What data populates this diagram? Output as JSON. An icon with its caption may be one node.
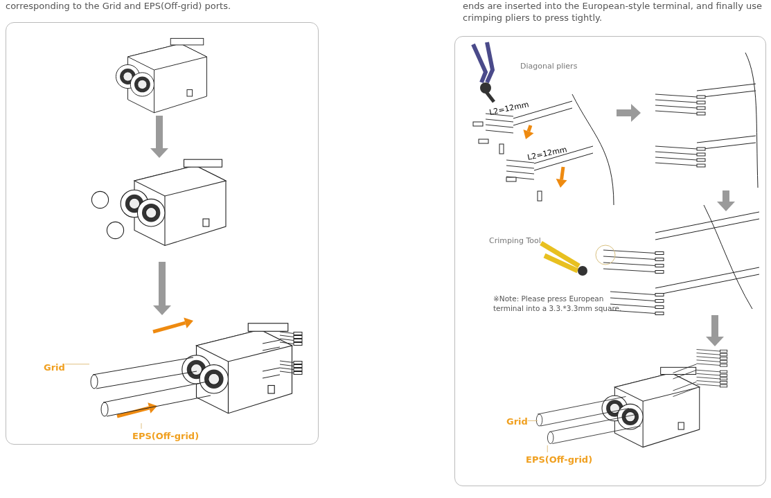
{
  "diagram": {
    "nodes": [
      {
        "text": [],
        "shape": "box"
      },
      {
        "text": [],
        "shape": "picture",
        "in": 0
      },
      {
        "text": [],
        "shape": "picture",
        "in": 0
      },
      {
        "text": [],
        "shape": "picture",
        "in": 0
      },
      {
        "text": [
          "Grid"
        ],
        "in": 0
      },
      {
        "text": [
          "EPS(Off-grid)"
        ],
        "in": 0
      },
      {
        "text": [],
        "shape": "box"
      },
      {
        "text": [],
        "shape": "picture",
        "in": 6,
        "beside": [
          "Diagonal pliers"
        ]
      },
      {
        "text": [],
        "shape": "picture",
        "in": 6
      },
      {
        "text": [],
        "shape": "picture",
        "in": 6
      },
      {
        "text": [],
        "shape": "picture",
        "in": 6,
        "beside": [
          "Crimping Tool"
        ]
      },
      {
        "text": [],
        "shape": "picture",
        "in": 6
      },
      {
        "text": [],
        "shape": "picture",
        "in": 6
      },
      {
        "text": [
          "Grid"
        ],
        "in": 6
      },
      {
        "text": [
          "EPS(Off-grid)"
        ],
        "in": 6
      }
    ],
    "edges": [
      {
        "from": 1,
        "to": 2,
        "arrow": "to"
      },
      {
        "from": 2,
        "to": 3,
        "arrow": "to"
      },
      {
        "from": 4,
        "to": 3,
        "arrow": "none"
      },
      {
        "from": 5,
        "to": 3,
        "arrow": "none"
      },
      {
        "from": 8,
        "to": 9,
        "arrow": "to"
      },
      {
        "from": 9,
        "to": 11,
        "arrow": "to"
      },
      {
        "from": 11,
        "to": 12,
        "arrow": "to"
      },
      {
        "from": 13,
        "to": 12,
        "arrow": "none"
      },
      {
        "from": 14,
        "to": 12,
        "arrow": "none"
      }
    ],
    "labels": [
      "corresponding to the Grid and EPS(Off-grid) ports.",
      "ends are inserted into the European-style terminal, and finally use crimping pliers to press tightly.",
      "L2=12mm",
      "L2=12mm",
      "※Note: Please press European terminal into a 3.3.*3.3mm square."
    ]
  }
}
